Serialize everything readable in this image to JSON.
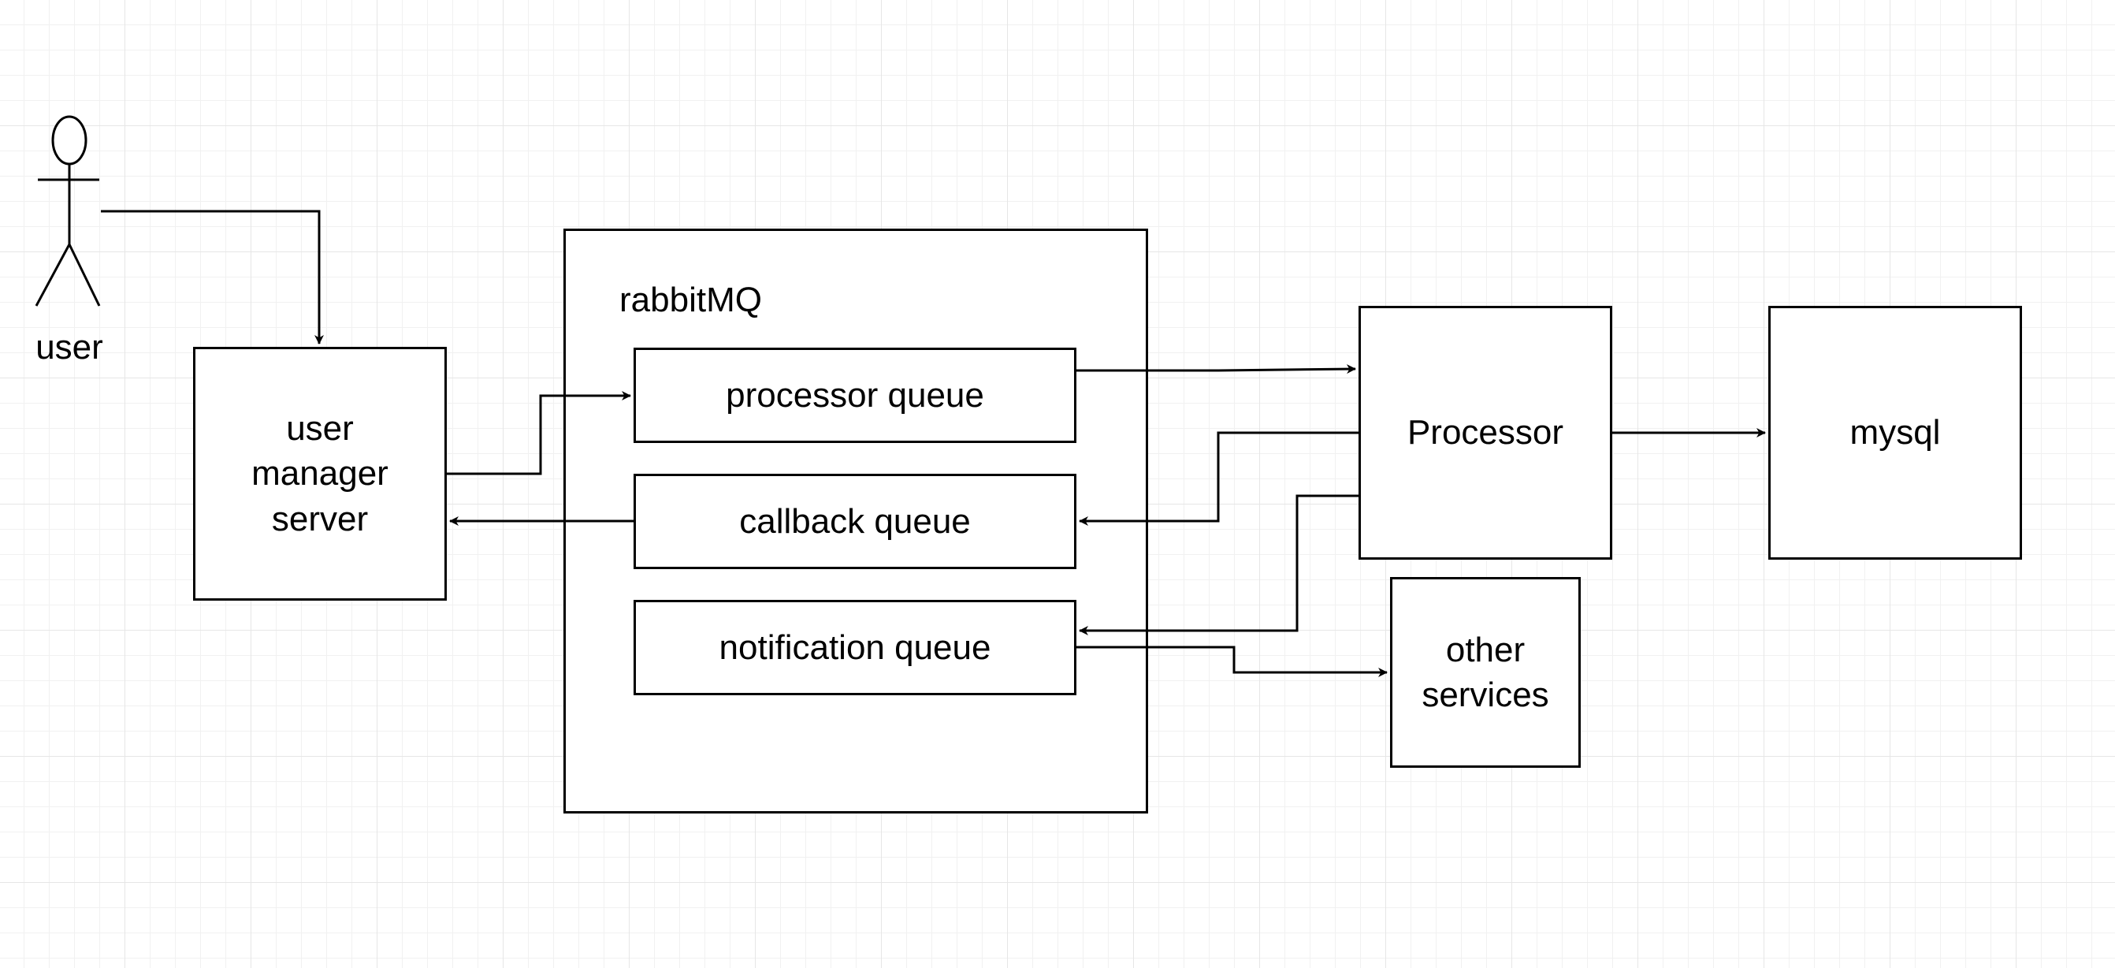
{
  "actor": {
    "label": "user"
  },
  "container": {
    "label": "rabbitMQ"
  },
  "nodes": {
    "user_manager_server": {
      "lines": [
        "user",
        "manager",
        "server"
      ]
    },
    "processor_queue": {
      "label": "processor queue"
    },
    "callback_queue": {
      "label": "callback queue"
    },
    "notification_queue": {
      "label": "notification queue"
    },
    "processor": {
      "label": "Processor"
    },
    "mysql": {
      "label": "mysql"
    },
    "other_services": {
      "lines": [
        "other",
        "services"
      ]
    }
  },
  "edges": [
    {
      "from": "user",
      "to": "user manager server"
    },
    {
      "from": "user manager server",
      "to": "processor queue"
    },
    {
      "from": "callback queue",
      "to": "user manager server"
    },
    {
      "from": "processor queue",
      "to": "Processor"
    },
    {
      "from": "Processor",
      "to": "callback queue"
    },
    {
      "from": "Processor",
      "to": "notification queue"
    },
    {
      "from": "Processor",
      "to": "mysql"
    },
    {
      "from": "notification queue",
      "to": "other services"
    }
  ],
  "colors": {
    "stroke": "#000000",
    "background": "#ffffff",
    "grid": "#e6e6e6"
  }
}
